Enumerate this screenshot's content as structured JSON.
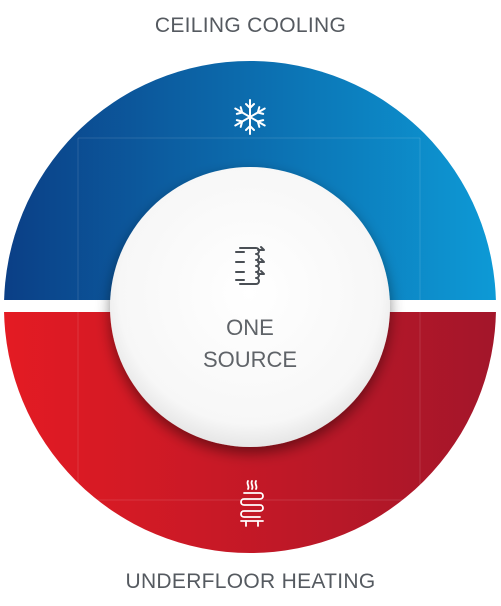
{
  "top_label": "CEILING COOLING",
  "bottom_label": "UNDERFLOOR HEATING",
  "center": {
    "line1": "ONE",
    "line2": "SOURCE",
    "icon": "heat-exchanger-icon"
  },
  "cooling": {
    "icon": "snowflake-icon",
    "color_start": "#0b3f86",
    "color_end": "#0d9ad6"
  },
  "heating": {
    "icon": "underfloor-heating-icon",
    "color_start": "#e41b23",
    "color_end": "#a3162a"
  }
}
